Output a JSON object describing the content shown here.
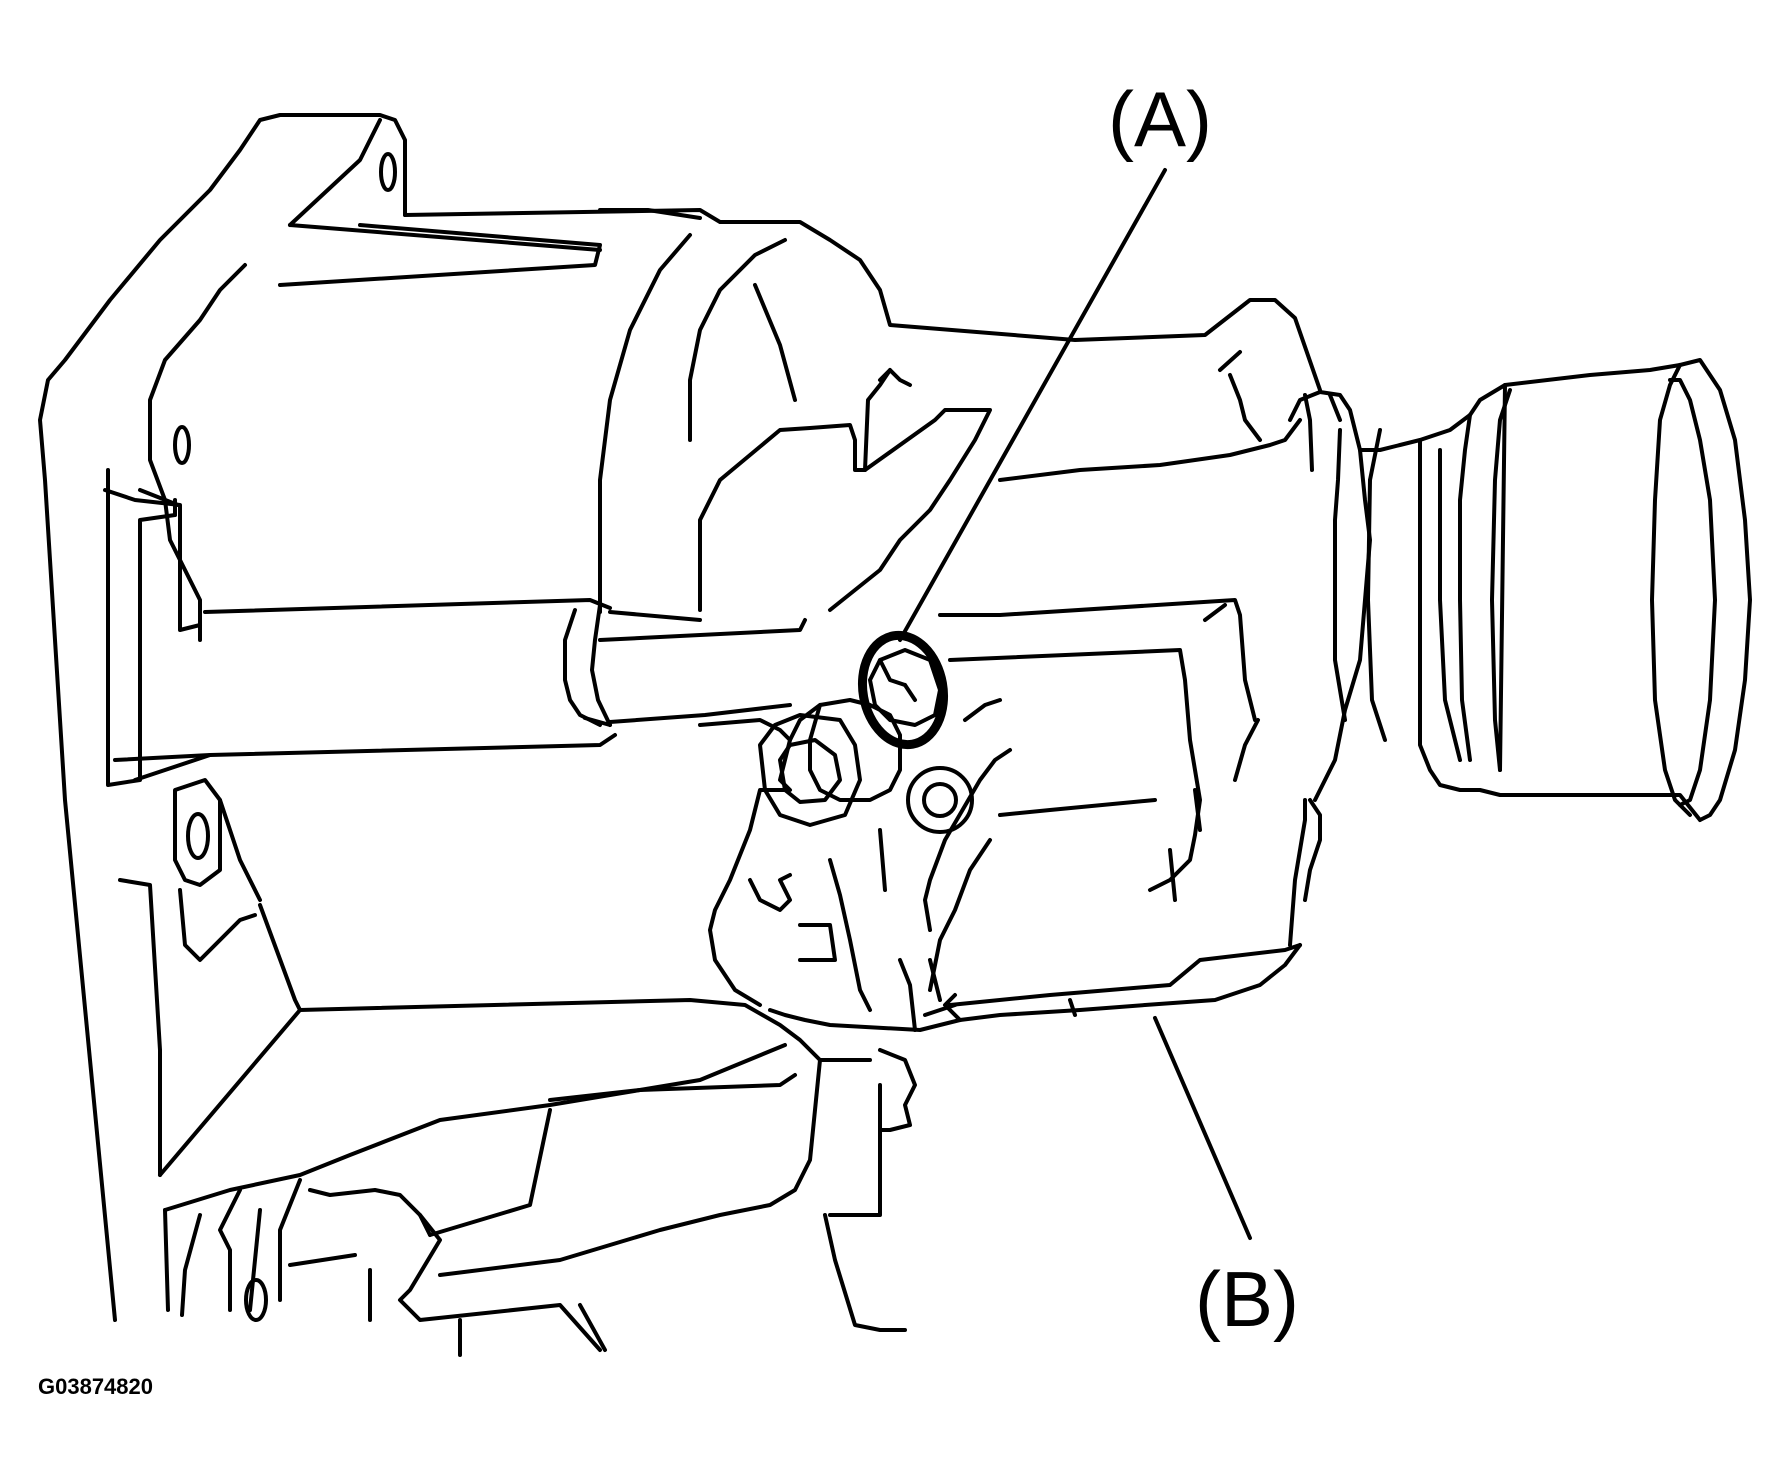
{
  "callouts": [
    {
      "id": "A",
      "label": "(A)"
    },
    {
      "id": "B",
      "label": "(B)"
    }
  ],
  "figure_id": "G03874820",
  "colors": {
    "line": "#000000",
    "background": "#ffffff"
  }
}
